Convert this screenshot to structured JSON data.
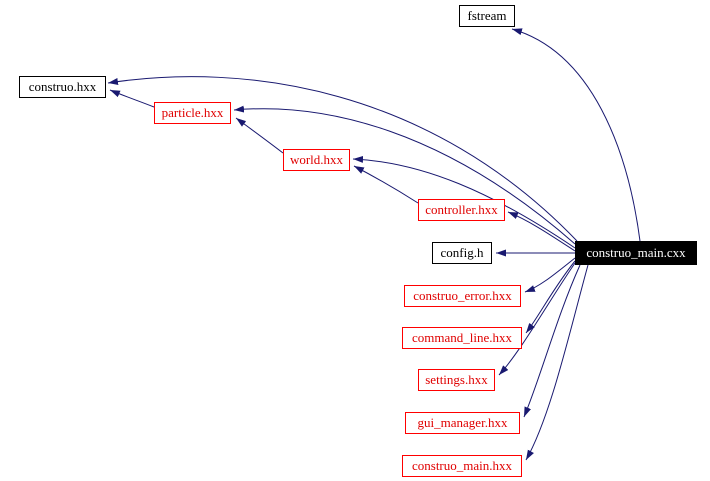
{
  "diagram": {
    "type": "include-dependency-graph",
    "main_file": "construo_main.cxx"
  },
  "colors": {
    "edge": "#191970",
    "plain_node_border": "#000000",
    "linked_node_border": "#ff0000",
    "linked_node_text": "#e00000",
    "main_node_background": "#000000",
    "main_node_text": "#ffffff",
    "background": "#ffffff"
  },
  "nodes": [
    {
      "id": "fstream",
      "label": "fstream",
      "style": "plain"
    },
    {
      "id": "construo_hxx",
      "label": "construo.hxx",
      "style": "plain"
    },
    {
      "id": "particle_hxx",
      "label": "particle.hxx",
      "style": "linked"
    },
    {
      "id": "world_hxx",
      "label": "world.hxx",
      "style": "linked"
    },
    {
      "id": "controller_hxx",
      "label": "controller.hxx",
      "style": "linked"
    },
    {
      "id": "config_h",
      "label": "config.h",
      "style": "plain"
    },
    {
      "id": "construo_main_cxx",
      "label": "construo_main.cxx",
      "style": "main"
    },
    {
      "id": "construo_error_hxx",
      "label": "construo_error.hxx",
      "style": "linked"
    },
    {
      "id": "command_line_hxx",
      "label": "command_line.hxx",
      "style": "linked"
    },
    {
      "id": "settings_hxx",
      "label": "settings.hxx",
      "style": "linked"
    },
    {
      "id": "gui_manager_hxx",
      "label": "gui_manager.hxx",
      "style": "linked"
    },
    {
      "id": "construo_main_hxx",
      "label": "construo_main.hxx",
      "style": "linked"
    }
  ],
  "edges": [
    {
      "from": "construo_main.cxx",
      "to": "fstream"
    },
    {
      "from": "construo_main.cxx",
      "to": "construo.hxx"
    },
    {
      "from": "construo_main.cxx",
      "to": "particle.hxx"
    },
    {
      "from": "construo_main.cxx",
      "to": "world.hxx"
    },
    {
      "from": "construo_main.cxx",
      "to": "controller.hxx"
    },
    {
      "from": "construo_main.cxx",
      "to": "config.h"
    },
    {
      "from": "construo_main.cxx",
      "to": "construo_error.hxx"
    },
    {
      "from": "construo_main.cxx",
      "to": "command_line.hxx"
    },
    {
      "from": "construo_main.cxx",
      "to": "settings.hxx"
    },
    {
      "from": "construo_main.cxx",
      "to": "gui_manager.hxx"
    },
    {
      "from": "construo_main.cxx",
      "to": "construo_main.hxx"
    },
    {
      "from": "particle.hxx",
      "to": "construo.hxx"
    },
    {
      "from": "world.hxx",
      "to": "particle.hxx"
    },
    {
      "from": "controller.hxx",
      "to": "world.hxx"
    }
  ]
}
